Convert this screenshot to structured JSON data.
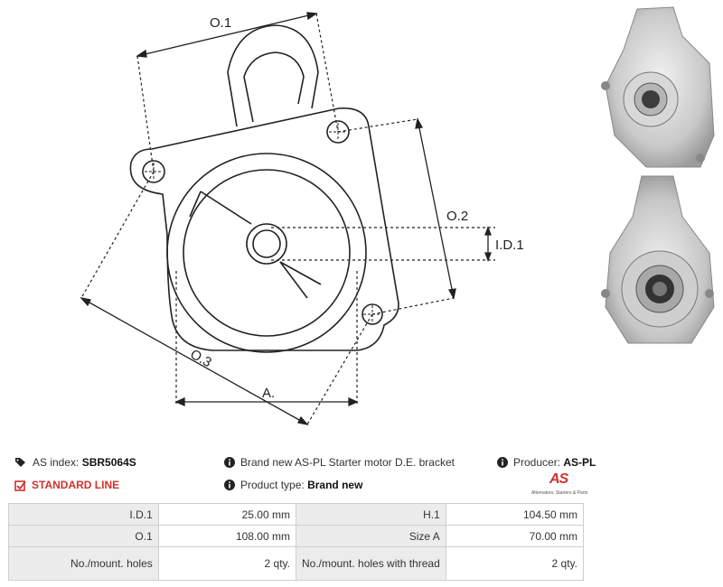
{
  "drawing": {
    "dim_labels": {
      "o1": "O.1",
      "o2": "O.2",
      "o3": "O.3",
      "id1": "I.D.1",
      "a": "A."
    }
  },
  "info": {
    "as_index_label": "AS index:",
    "as_index_value": "SBR5064S",
    "standard_line": "STANDARD LINE",
    "description": "Brand new AS-PL Starter motor D.E. bracket",
    "product_type_label": "Product type:",
    "product_type_value": "Brand new",
    "producer_label": "Producer:",
    "producer_value": "AS-PL"
  },
  "logo": {
    "mark": "AS",
    "tagline": "Alternators, Starters & Parts"
  },
  "specs": {
    "rows": [
      {
        "label1": "I.D.1",
        "value1": "25.00 mm",
        "label2": "H.1",
        "value2": "104.50 mm"
      },
      {
        "label1": "O.1",
        "value1": "108.00 mm",
        "label2": "Size A",
        "value2": "70.00 mm"
      },
      {
        "label1": "No./mount. holes",
        "value1": "2 qty.",
        "label2": "No./mount. holes with thread",
        "value2": "2 qty."
      }
    ]
  },
  "colors": {
    "accent_red": "#d0312d",
    "label_bg": "#ececec",
    "border": "#cfcfcf"
  }
}
